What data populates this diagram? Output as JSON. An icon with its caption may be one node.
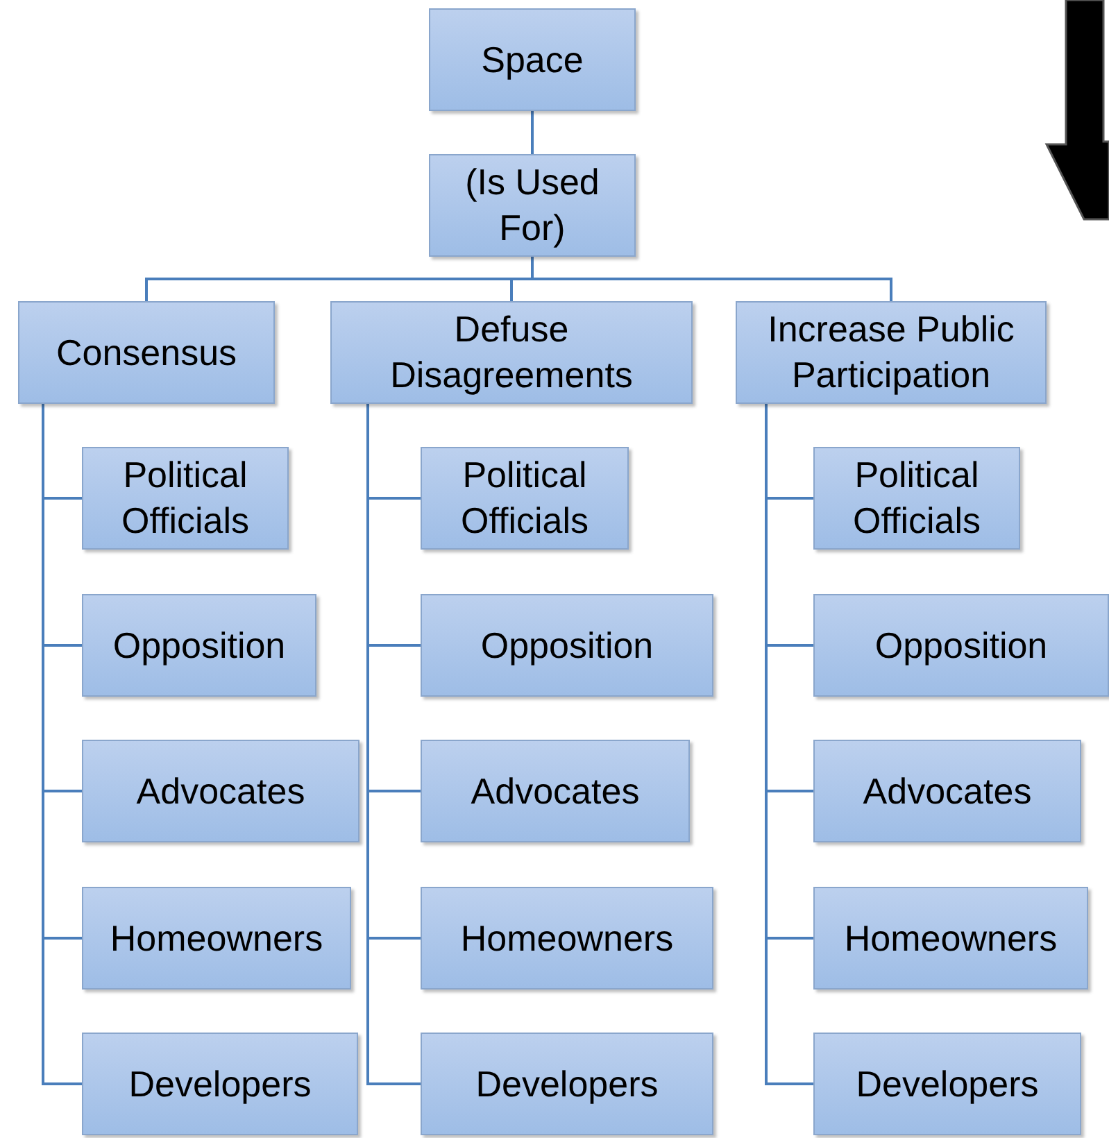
{
  "diagram": {
    "nodes": [
      {
        "text": [
          "Space"
        ]
      },
      {
        "text": [
          "(Is Used For)"
        ]
      },
      {
        "text": [
          "Consensus"
        ]
      },
      {
        "text": [
          "Defuse Disagreements"
        ]
      },
      {
        "text": [
          "Increase Public Participation"
        ]
      },
      {
        "text": [
          "Political Officials"
        ]
      },
      {
        "text": [
          "Opposition"
        ]
      },
      {
        "text": [
          "Advocates"
        ]
      },
      {
        "text": [
          "Homeowners"
        ]
      },
      {
        "text": [
          "Developers"
        ]
      },
      {
        "text": [
          "Political Officials"
        ]
      },
      {
        "text": [
          "Opposition"
        ]
      },
      {
        "text": [
          "Advocates"
        ]
      },
      {
        "text": [
          "Homeowners"
        ]
      },
      {
        "text": [
          "Developers"
        ]
      },
      {
        "text": [
          "Political Officials"
        ]
      },
      {
        "text": [
          "Opposition"
        ]
      },
      {
        "text": [
          "Advocates"
        ]
      },
      {
        "text": [
          "Homeowners"
        ]
      },
      {
        "text": [
          "Developers"
        ]
      }
    ],
    "edges": [
      {
        "from": 0,
        "to": 1,
        "arrow": "none"
      },
      {
        "from": 1,
        "to": 2,
        "arrow": "none"
      },
      {
        "from": 1,
        "to": 3,
        "arrow": "none"
      },
      {
        "from": 1,
        "to": 4,
        "arrow": "none"
      },
      {
        "from": 2,
        "to": 5,
        "arrow": "none"
      },
      {
        "from": 2,
        "to": 6,
        "arrow": "none"
      },
      {
        "from": 2,
        "to": 7,
        "arrow": "none"
      },
      {
        "from": 2,
        "to": 8,
        "arrow": "none"
      },
      {
        "from": 2,
        "to": 9,
        "arrow": "none"
      },
      {
        "from": 3,
        "to": 10,
        "arrow": "none"
      },
      {
        "from": 3,
        "to": 11,
        "arrow": "none"
      },
      {
        "from": 3,
        "to": 12,
        "arrow": "none"
      },
      {
        "from": 3,
        "to": 13,
        "arrow": "none"
      },
      {
        "from": 3,
        "to": 14,
        "arrow": "none"
      },
      {
        "from": 4,
        "to": 15,
        "arrow": "none"
      },
      {
        "from": 4,
        "to": 16,
        "arrow": "none"
      },
      {
        "from": 4,
        "to": 17,
        "arrow": "none"
      },
      {
        "from": 4,
        "to": 18,
        "arrow": "none"
      },
      {
        "from": 4,
        "to": 19,
        "arrow": "none"
      }
    ]
  }
}
